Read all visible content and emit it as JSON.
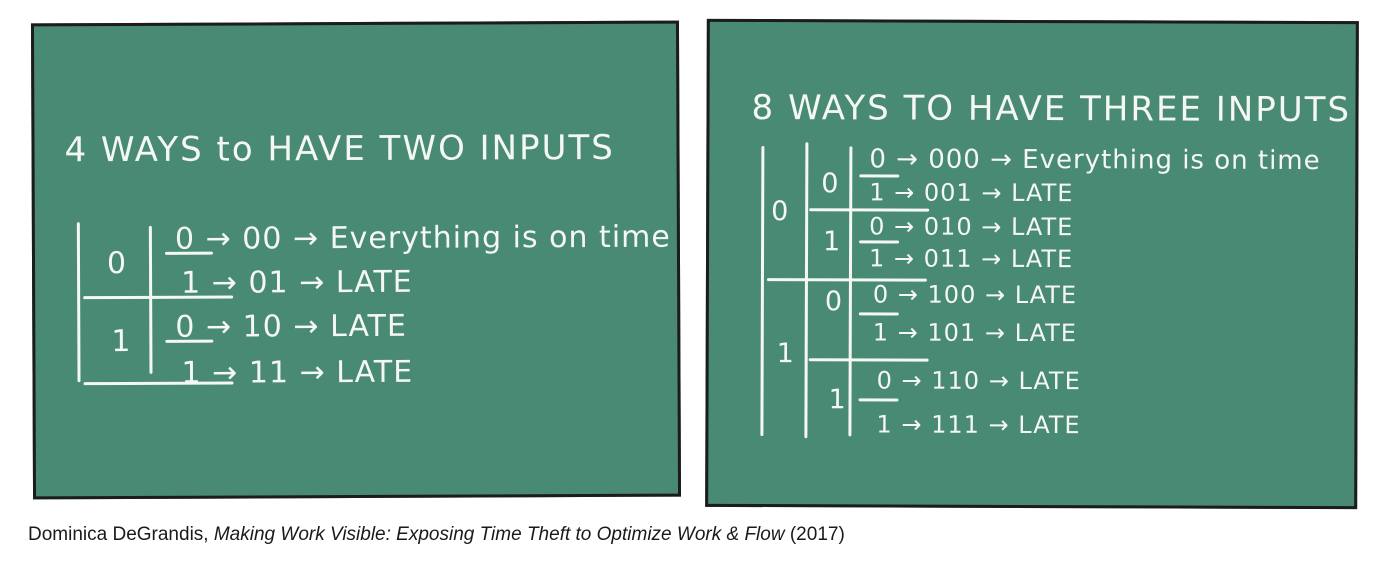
{
  "left_board": {
    "title": "4 WAYS to HAVE TWO INPUTS",
    "first_bits": [
      "0",
      "1"
    ],
    "rows": [
      {
        "second": "0",
        "arrow1": "→",
        "code": "00",
        "arrow2": "→",
        "result": "Everything is on time"
      },
      {
        "second": "1",
        "arrow1": "→",
        "code": "01",
        "arrow2": "→",
        "result": "LATE"
      },
      {
        "second": "0",
        "arrow1": "→",
        "code": "10",
        "arrow2": "→",
        "result": "LATE"
      },
      {
        "second": "1",
        "arrow1": "→",
        "code": "11",
        "arrow2": "→",
        "result": "LATE"
      }
    ]
  },
  "right_board": {
    "title": "8 WAYS TO HAVE THREE INPUTS",
    "first_bits": [
      "0",
      "1"
    ],
    "second_bits": [
      "0",
      "1",
      "0",
      "1"
    ],
    "rows": [
      {
        "third": "0",
        "arrow1": "→",
        "code": "000",
        "arrow2": "→",
        "result": "Everything is on time"
      },
      {
        "third": "1",
        "arrow1": "→",
        "code": "001",
        "arrow2": "→",
        "result": "LATE"
      },
      {
        "third": "0",
        "arrow1": "→",
        "code": "010",
        "arrow2": "→",
        "result": "LATE"
      },
      {
        "third": "1",
        "arrow1": "→",
        "code": "011",
        "arrow2": "→",
        "result": "LATE"
      },
      {
        "third": "0",
        "arrow1": "→",
        "code": "100",
        "arrow2": "→",
        "result": "LATE"
      },
      {
        "third": "1",
        "arrow1": "→",
        "code": "101",
        "arrow2": "→",
        "result": "LATE"
      },
      {
        "third": "0",
        "arrow1": "→",
        "code": "110",
        "arrow2": "→",
        "result": "LATE"
      },
      {
        "third": "1",
        "arrow1": "→",
        "code": "111",
        "arrow2": "→",
        "result": "LATE"
      }
    ]
  },
  "caption": {
    "author": "Dominica DeGrandis,",
    "book": "Making Work Visible: Exposing Time Theft to Optimize Work & Flow",
    "year": "(2017)"
  }
}
